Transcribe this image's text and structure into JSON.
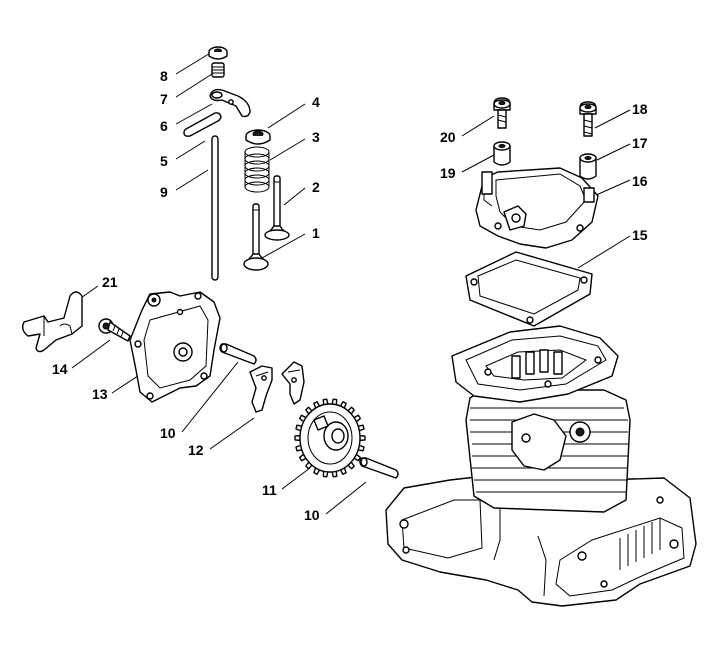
{
  "callouts": [
    {
      "id": "c8",
      "label": "8"
    },
    {
      "id": "c7",
      "label": "7"
    },
    {
      "id": "c6",
      "label": "6"
    },
    {
      "id": "c5",
      "label": "5"
    },
    {
      "id": "c9",
      "label": "9"
    },
    {
      "id": "c4",
      "label": "4"
    },
    {
      "id": "c3",
      "label": "3"
    },
    {
      "id": "c2",
      "label": "2"
    },
    {
      "id": "c1",
      "label": "1"
    },
    {
      "id": "c21",
      "label": "21"
    },
    {
      "id": "c14",
      "label": "14"
    },
    {
      "id": "c13",
      "label": "13"
    },
    {
      "id": "c10a",
      "label": "10"
    },
    {
      "id": "c12",
      "label": "12"
    },
    {
      "id": "c11",
      "label": "11"
    },
    {
      "id": "c10b",
      "label": "10"
    },
    {
      "id": "c20",
      "label": "20"
    },
    {
      "id": "c19",
      "label": "19"
    },
    {
      "id": "c18",
      "label": "18"
    },
    {
      "id": "c17",
      "label": "17"
    },
    {
      "id": "c16",
      "label": "16"
    },
    {
      "id": "c15",
      "label": "15"
    }
  ]
}
